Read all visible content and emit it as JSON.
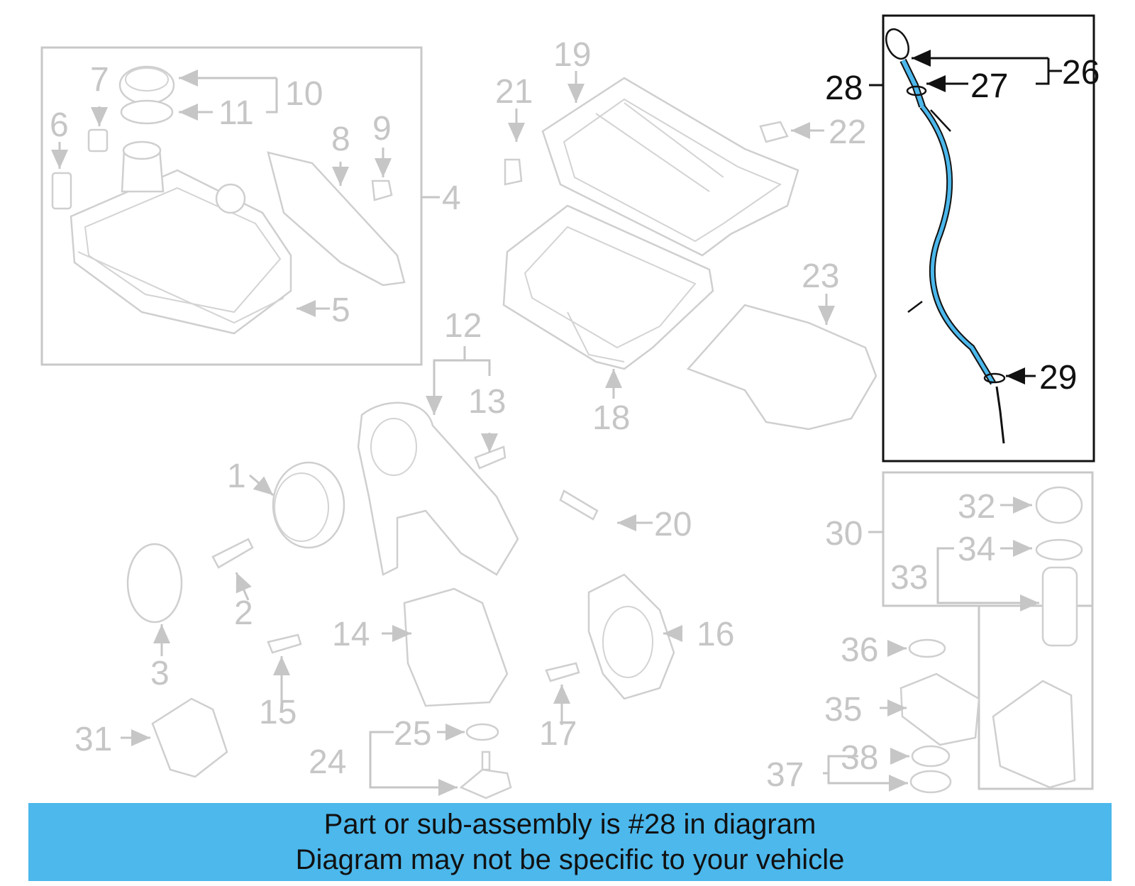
{
  "highlight_color": "#4cb8ec",
  "banner": {
    "line1": "Part or sub-assembly is #28 in diagram",
    "line2": "Diagram may not be specific to your vehicle"
  },
  "callouts": {
    "c1": "1",
    "c2": "2",
    "c3": "3",
    "c4": "4",
    "c5": "5",
    "c6": "6",
    "c7": "7",
    "c8": "8",
    "c9": "9",
    "c10": "10",
    "c11": "11",
    "c12": "12",
    "c13": "13",
    "c14": "14",
    "c15": "15",
    "c16": "16",
    "c17": "17",
    "c18": "18",
    "c19": "19",
    "c20": "20",
    "c21": "21",
    "c22": "22",
    "c23": "23",
    "c24": "24",
    "c25": "25",
    "c26": "26",
    "c27": "27",
    "c28": "28",
    "c29": "29",
    "c30": "30",
    "c31": "31",
    "c32": "32",
    "c33": "33",
    "c34": "34",
    "c35": "35",
    "c36": "36",
    "c37": "37",
    "c38": "38"
  },
  "highlighted_callouts": [
    "26",
    "27",
    "28",
    "29"
  ],
  "icons": {
    "valve-cover": "valve-cover-icon",
    "oil-pan-upper": "oil-pan-icon",
    "oil-pan-lower": "oil-pan-icon",
    "dipstick": "dipstick-icon",
    "pulley": "pulley-icon",
    "timing-cover": "timing-cover-icon",
    "oil-filter-housing": "oil-filter-icon"
  }
}
